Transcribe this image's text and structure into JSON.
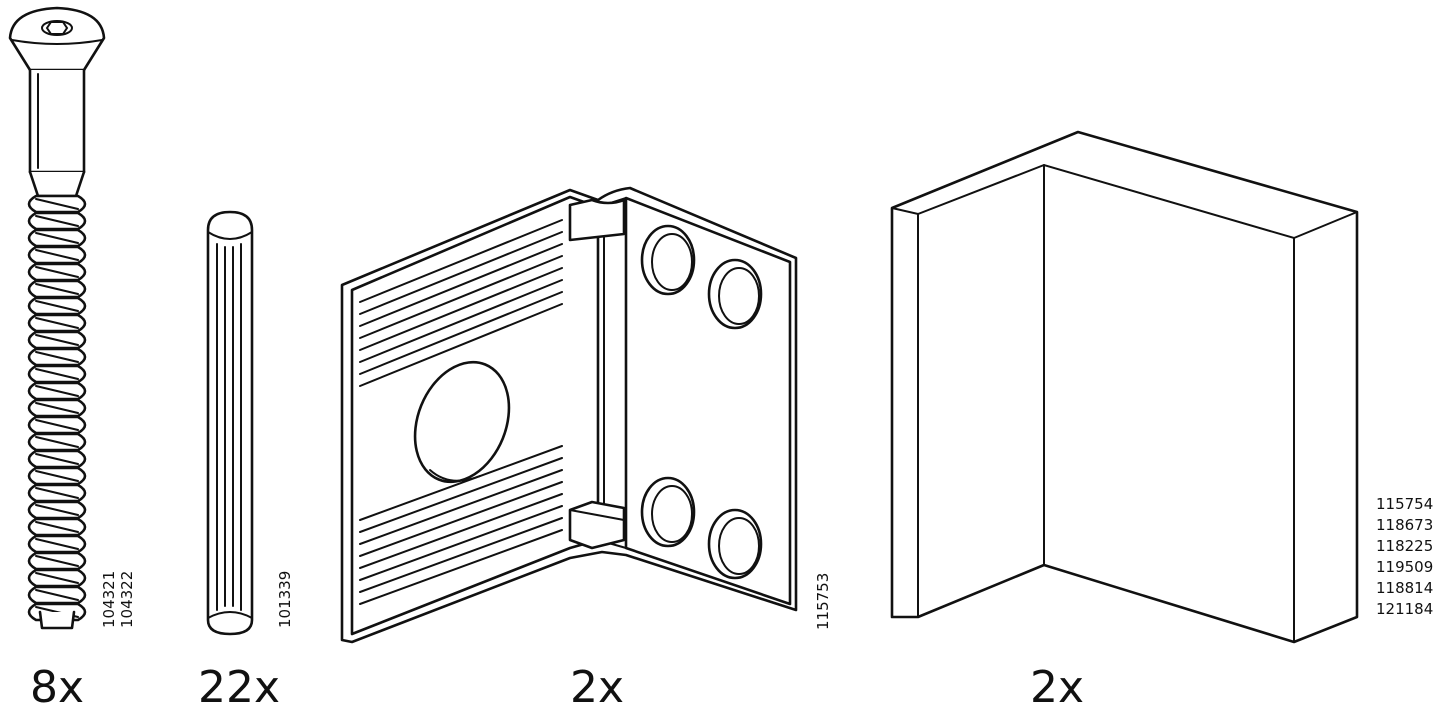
{
  "parts": [
    {
      "name": "screw",
      "quantity": "8x",
      "article_numbers": [
        "104321",
        "104322"
      ],
      "icon": "countersunk-screw-icon"
    },
    {
      "name": "dowel",
      "quantity": "22x",
      "article_numbers": [
        "101339"
      ],
      "icon": "wooden-dowel-icon"
    },
    {
      "name": "corner-bracket",
      "quantity": "2x",
      "article_numbers": [
        "115753"
      ],
      "icon": "corner-bracket-icon"
    },
    {
      "name": "corner-block",
      "quantity": "2x",
      "article_numbers": [
        "115754",
        "118673",
        "118225",
        "119509",
        "118814",
        "121184"
      ],
      "icon": "corner-block-icon"
    }
  ]
}
